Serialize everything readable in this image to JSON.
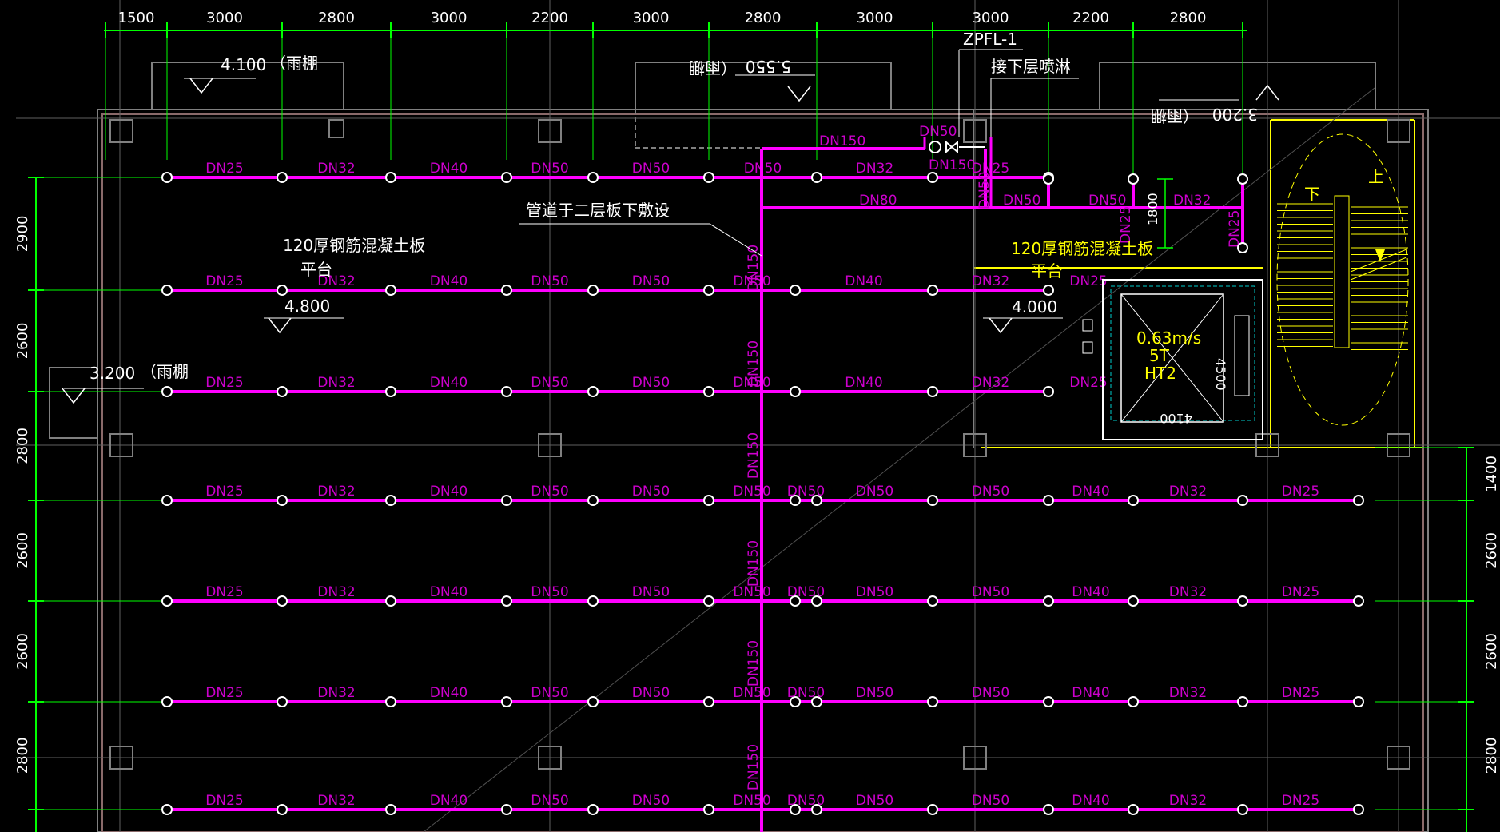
{
  "colors": {
    "background": "#000000",
    "sprinkler_pipe": "#ff00ff",
    "pipe_label": "#cc00cc",
    "dimension_line": "#00ff00",
    "wall": "#808080",
    "text": "#ffffff",
    "stair_elevator": "#ffff00",
    "elevator_inner": "#00cccc"
  },
  "top_dimensions": [
    "1500",
    "3000",
    "2800",
    "3000",
    "2200",
    "3000",
    "2800",
    "3000",
    "3000",
    "2200",
    "2800"
  ],
  "left_dimensions": [
    "2900",
    "2600",
    "2800",
    "2600",
    "2600",
    "2800"
  ],
  "right_dimensions": [
    "1400",
    "2600",
    "2600",
    "2800"
  ],
  "pipe_rows": [
    [
      "DN25",
      "DN32",
      "DN40",
      "DN50",
      "DN50",
      "DN50",
      "DN32",
      "DN25"
    ],
    [
      "DN25",
      "DN32",
      "DN40",
      "DN50",
      "DN50",
      "DN50",
      "DN40",
      "DN32",
      "DN25"
    ],
    [
      "DN25",
      "DN32",
      "DN40",
      "DN50",
      "DN50",
      "DN50",
      "DN40",
      "DN32",
      "DN25"
    ],
    [
      "DN25",
      "DN32",
      "DN40",
      "DN50",
      "DN50",
      "DN50",
      "DN50",
      "DN50",
      "DN50",
      "DN40",
      "DN32",
      "DN25"
    ],
    [
      "DN25",
      "DN32",
      "DN40",
      "DN50",
      "DN50",
      "DN50",
      "DN50",
      "DN50",
      "DN50",
      "DN40",
      "DN32",
      "DN25"
    ],
    [
      "DN25",
      "DN32",
      "DN40",
      "DN50",
      "DN50",
      "DN50",
      "DN50",
      "DN50",
      "DN50",
      "DN40",
      "DN32",
      "DN25"
    ],
    [
      "DN25",
      "DN32",
      "DN40",
      "DN50",
      "DN50",
      "DN50",
      "DN50",
      "DN50",
      "DN50",
      "DN40",
      "DN32",
      "DN25"
    ]
  ],
  "riser_labels": [
    "DN150",
    "DN150",
    "DN150",
    "DN150",
    "DN150",
    "DN150"
  ],
  "branch_labels": {
    "upper_right": [
      "DN50",
      "DN50",
      "DN32"
    ],
    "dn80": "DN80",
    "dn150_top": "DN150",
    "dn50_top": "DN50",
    "dn150_valve": "DN150",
    "dn50_vertical": "DN50",
    "dn25_a": "DN25",
    "dn25_b": "DN25"
  },
  "annotations": {
    "zpfl": "ZPFL-1",
    "connect_lower": "接下层喷淋",
    "pipe_note": "管道于二层板下敷设",
    "slab_left": "120厚钢筋混凝土板",
    "platform_left": "平台",
    "elev_left": "4.800",
    "slab_right": "120厚钢筋混凝土板",
    "platform_right": "平台",
    "elev_right": "4.000",
    "canopy_1_elev": "4.100",
    "canopy_1_text": "（雨棚",
    "canopy_2_elev": "5.550",
    "canopy_2_text": "（雨棚",
    "canopy_3_elev": "3.200",
    "canopy_3_text": "（雨棚",
    "canopy_4_elev": "3.200",
    "canopy_4_text": "（雨棚",
    "elevator_speed": "0.63m/s",
    "elevator_load": "5T",
    "elevator_id": "HT2",
    "elevator_w": "4100",
    "elevator_d": "4500",
    "dim_1800": "1800",
    "stair_down": "下",
    "stair_up": "上"
  }
}
